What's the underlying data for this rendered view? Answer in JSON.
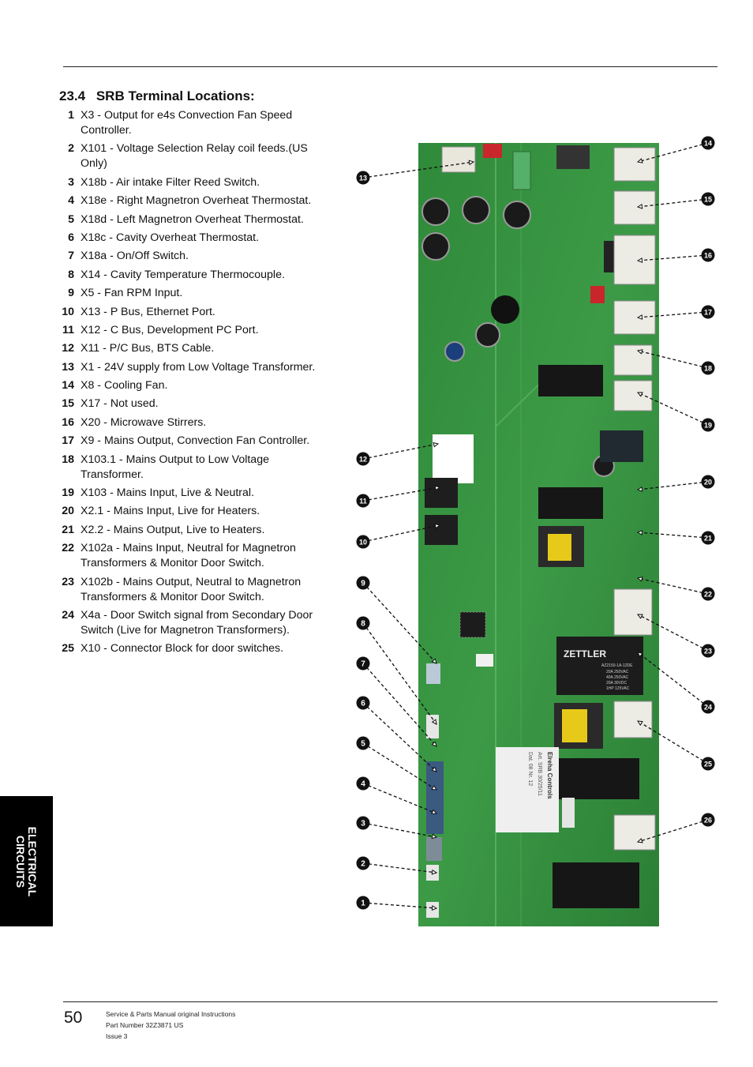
{
  "section": {
    "number": "23.4",
    "title": "SRB Terminal Locations:"
  },
  "items": [
    {
      "n": "1",
      "text": "X3 - Output for e4s Convection Fan Speed Controller."
    },
    {
      "n": "2",
      "text": "X101 - Voltage Selection Relay coil feeds.(US Only)"
    },
    {
      "n": "3",
      "text": "X18b - Air intake Filter Reed Switch."
    },
    {
      "n": "4",
      "text": "X18e - Right Magnetron Overheat Thermostat."
    },
    {
      "n": "5",
      "text": "X18d - Left Magnetron Overheat Thermostat."
    },
    {
      "n": "6",
      "text": "X18c - Cavity Overheat Thermostat."
    },
    {
      "n": "7",
      "text": "X18a - On/Off Switch."
    },
    {
      "n": "8",
      "text": "X14 - Cavity Temperature Thermocouple."
    },
    {
      "n": "9",
      "text": "X5 - Fan RPM Input."
    },
    {
      "n": "10",
      "text": "X13 - P Bus, Ethernet Port."
    },
    {
      "n": "11",
      "text": "X12 - C Bus, Development PC Port."
    },
    {
      "n": "12",
      "text": "X11 - P/C Bus, BTS Cable."
    },
    {
      "n": "13",
      "text": "X1 - 24V supply from Low Voltage Transformer."
    },
    {
      "n": "14",
      "text": "X8 - Cooling Fan."
    },
    {
      "n": "15",
      "text": "X17 - Not used."
    },
    {
      "n": "16",
      "text": "X20 - Microwave Stirrers."
    },
    {
      "n": "17",
      "text": "X9 - Mains Output, Convection Fan Controller."
    },
    {
      "n": "18",
      "text": "X103.1 - Mains Output to Low Voltage Transformer."
    },
    {
      "n": "19",
      "text": "X103 - Mains Input, Live & Neutral."
    },
    {
      "n": "20",
      "text": "X2.1 - Mains Input, Live for Heaters."
    },
    {
      "n": "21",
      "text": "X2.2 - Mains Output, Live to Heaters."
    },
    {
      "n": "22",
      "text": "X102a - Mains Input, Neutral for Magnetron Transformers & Monitor Door Switch."
    },
    {
      "n": "23",
      "text": "X102b - Mains Output, Neutral to Magnetron Transformers & Monitor Door Switch."
    },
    {
      "n": "24",
      "text": "X4a - Door Switch signal from Secondary Door Switch (Live for Magnetron Transformers)."
    },
    {
      "n": "25",
      "text": "X10 - Connector Block for door switches."
    }
  ],
  "callouts": {
    "left": [
      "13",
      "12",
      "11",
      "10",
      "9",
      "8",
      "7",
      "6",
      "5",
      "4",
      "3",
      "2",
      "1"
    ],
    "right": [
      "14",
      "15",
      "16",
      "17",
      "18",
      "19",
      "20",
      "21",
      "22",
      "23",
      "24",
      "25",
      "26"
    ]
  },
  "board_labels": {
    "relay_brand": "ZETTLER",
    "relay_model": "AZ2150-1A-12DE",
    "relay_ratings": [
      "20A 250VAC",
      "40A 250VAC",
      "20A 30VDC",
      "1HP 125VAC"
    ],
    "sticker_lines": [
      "Elreha Controls",
      "Art. SRB 30/25/11",
      "Dat. 08    Nr. 12"
    ]
  },
  "side_tab": {
    "line1": "ELECTRICAL",
    "line2": "CIRCUITS"
  },
  "footer": {
    "page": "50",
    "line1": "Service & Parts Manual original Instructions",
    "line2": "Part Number 32Z3871 US",
    "line3": "Issue 3"
  }
}
